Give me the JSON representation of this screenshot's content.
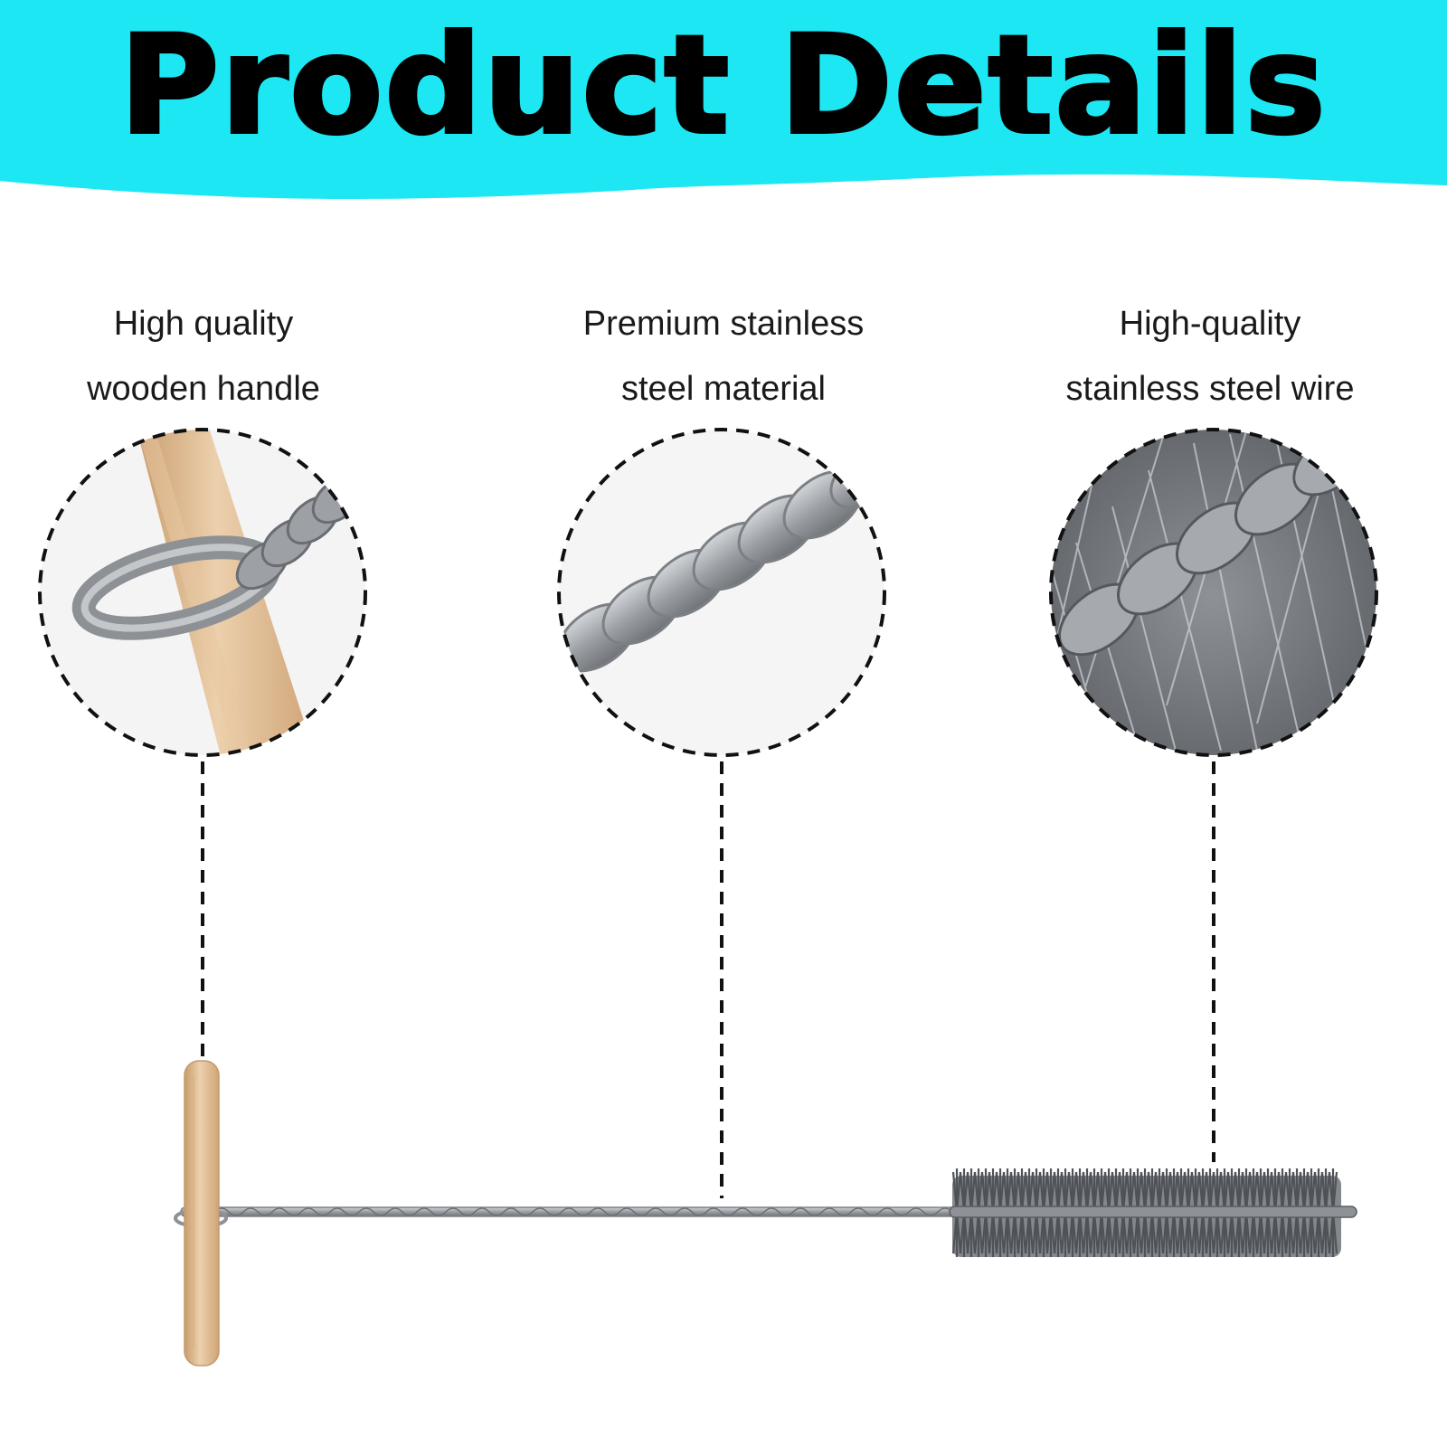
{
  "header": {
    "title": "Product Details",
    "banner_color": "#1de7f2"
  },
  "features": [
    {
      "line1": "High quality",
      "line2": "wooden handle",
      "icon": "wooden-handle-closeup"
    },
    {
      "line1": "Premium stainless",
      "line2": "steel material",
      "icon": "twisted-steel-shaft-closeup"
    },
    {
      "line1": "High-quality",
      "line2": "stainless steel wire",
      "icon": "steel-bristles-closeup"
    }
  ],
  "colors": {
    "wood": "#e3bf96",
    "steel": "#a9adb1",
    "bristle": "#6a6e73",
    "dash": "#111111"
  }
}
